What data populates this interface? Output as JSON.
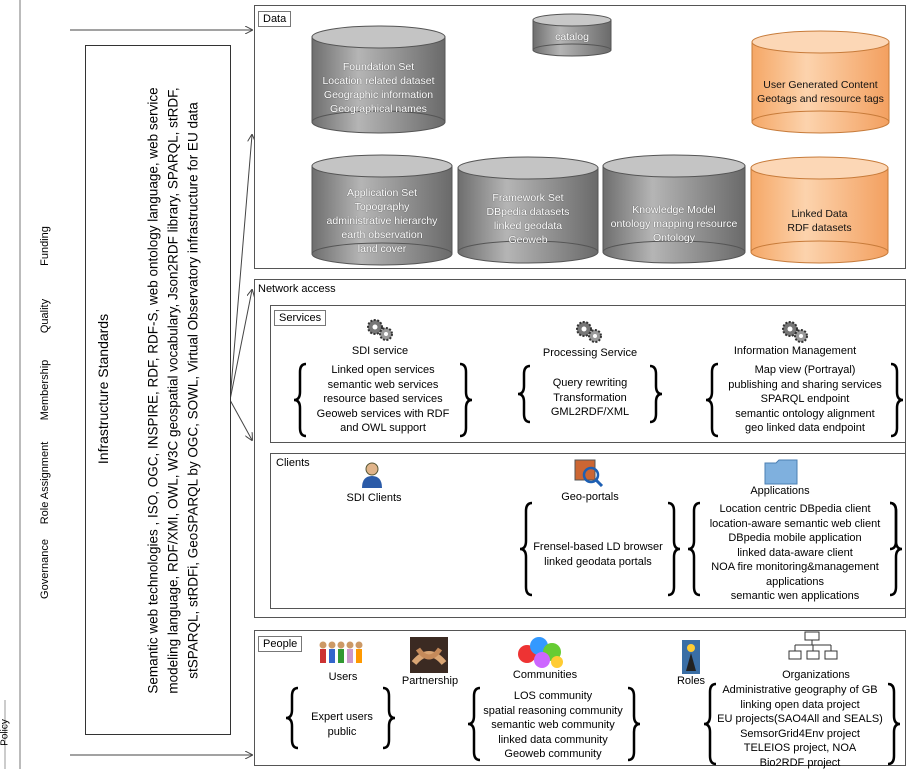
{
  "left_sidebar": {
    "items": [
      "Governance",
      "Role Assignment",
      "Membership",
      "Quality",
      "Funding"
    ],
    "policy": "Policy"
  },
  "standards": {
    "title": "Infrastructure Standards",
    "lines": [
      "Semantic web technologies , ISO, OGC, INSPIRE, RDF, RDF-S, web ontology language, web service",
      "modeling language, RDF/XMI, OWL, W3C geospatial vocabulary, Json2RDF library, SPARQL, stRDF,",
      "stSPARQL, stRDFi, GeoSPARQL by OGC, SOWL, Virtual Observatory infrastructure for EU data"
    ]
  },
  "data": {
    "label": "Data",
    "catalog": "catalog",
    "foundation": [
      "Foundation Set",
      "Location related dataset",
      "Geographic information",
      "Geographical names"
    ],
    "ugc": [
      "User Generated Content",
      "Geotags and resource tags"
    ],
    "application": [
      "Application Set",
      "Topography",
      "administrative hierarchy",
      "earth observation",
      "land cover"
    ],
    "framework": [
      "Framework Set",
      "DBpedia datasets",
      "linked geodata",
      "Geoweb"
    ],
    "knowledge": [
      "Knowledge Model",
      "ontology mapping resource",
      "Ontology"
    ],
    "linked": [
      "Linked Data",
      "RDF datasets"
    ]
  },
  "network": {
    "label": "Network access",
    "services": {
      "label": "Services",
      "sdi": {
        "title": "SDI service",
        "items": [
          "Linked open services",
          "semantic web services",
          "resource based services",
          "Geoweb services with RDF",
          "and OWL support"
        ]
      },
      "processing": {
        "title": "Processing Service",
        "items": [
          "Query rewriting",
          "Transformation",
          "GML2RDF/XML"
        ]
      },
      "info": {
        "title": "Information Management",
        "items": [
          "Map view (Portrayal)",
          "publishing and sharing services",
          "SPARQL endpoint",
          "semantic ontology alignment",
          "geo linked data endpoint"
        ]
      }
    },
    "clients": {
      "label": "Clients",
      "sdi": "SDI Clients",
      "geoportals": {
        "title": "Geo-portals",
        "items": [
          "Frensel-based LD browser",
          "linked geodata portals"
        ]
      },
      "applications": {
        "title": "Applications",
        "items": [
          "Location centric DBpedia client",
          "location-aware semantic web client",
          "DBpedia mobile application",
          "linked data-aware client",
          "NOA fire monitoring&management",
          "applications",
          "semantic wen applications"
        ]
      }
    }
  },
  "people": {
    "label": "People",
    "users": {
      "title": "Users",
      "items": [
        "Expert users",
        "public"
      ]
    },
    "partnership": "Partnership",
    "communities": {
      "title": "Communities",
      "items": [
        "LOS community",
        "spatial reasoning community",
        "semantic web community",
        "linked data community",
        "Geoweb community"
      ]
    },
    "roles": "Roles",
    "organizations": {
      "title": "Organizations",
      "items": [
        "Administrative geography of GB",
        "linking open data project",
        "EU projects(SAO4All and SEALS)",
        "SemsorGrid4Env project",
        "TELEIOS project, NOA",
        "Bio2RDF project"
      ]
    }
  },
  "colors": {
    "cylinder_gray": "#8a8a8a",
    "cylinder_orange": "#f9b983"
  }
}
